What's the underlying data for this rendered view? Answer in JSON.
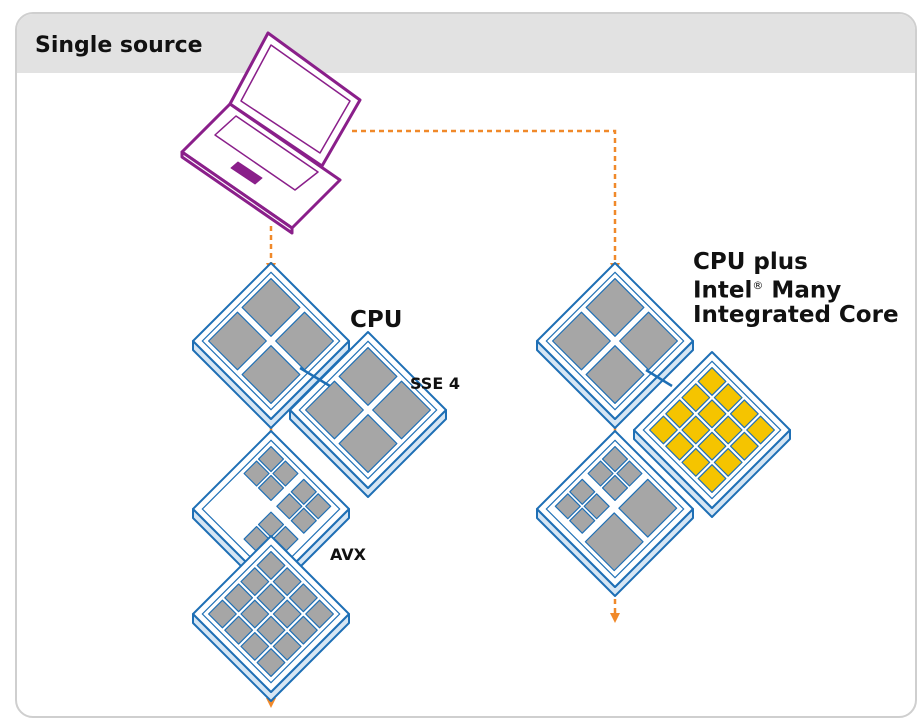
{
  "panel": {
    "title": "Single source"
  },
  "labels": {
    "cpu": "CPU",
    "sse": "SSE 4",
    "avx": "AVX",
    "mic_line1": "CPU plus",
    "mic_line2a": "Intel",
    "mic_line2_mark": "®",
    "mic_line2b": " Many",
    "mic_line3": "Integrated Core"
  },
  "colors": {
    "laptop": "#8a1f8a",
    "laptop_key": "#8a1f8a",
    "arrow": "#f0892a",
    "chip_border": "#1e6fb5",
    "chip_face": "#ffffff",
    "chip_side": "#d6e6f4",
    "core": "#a6a6a6",
    "mic_core": "#f5c400",
    "header_bg": "#e2e2e2",
    "panel_border": "#cfcfcf"
  }
}
